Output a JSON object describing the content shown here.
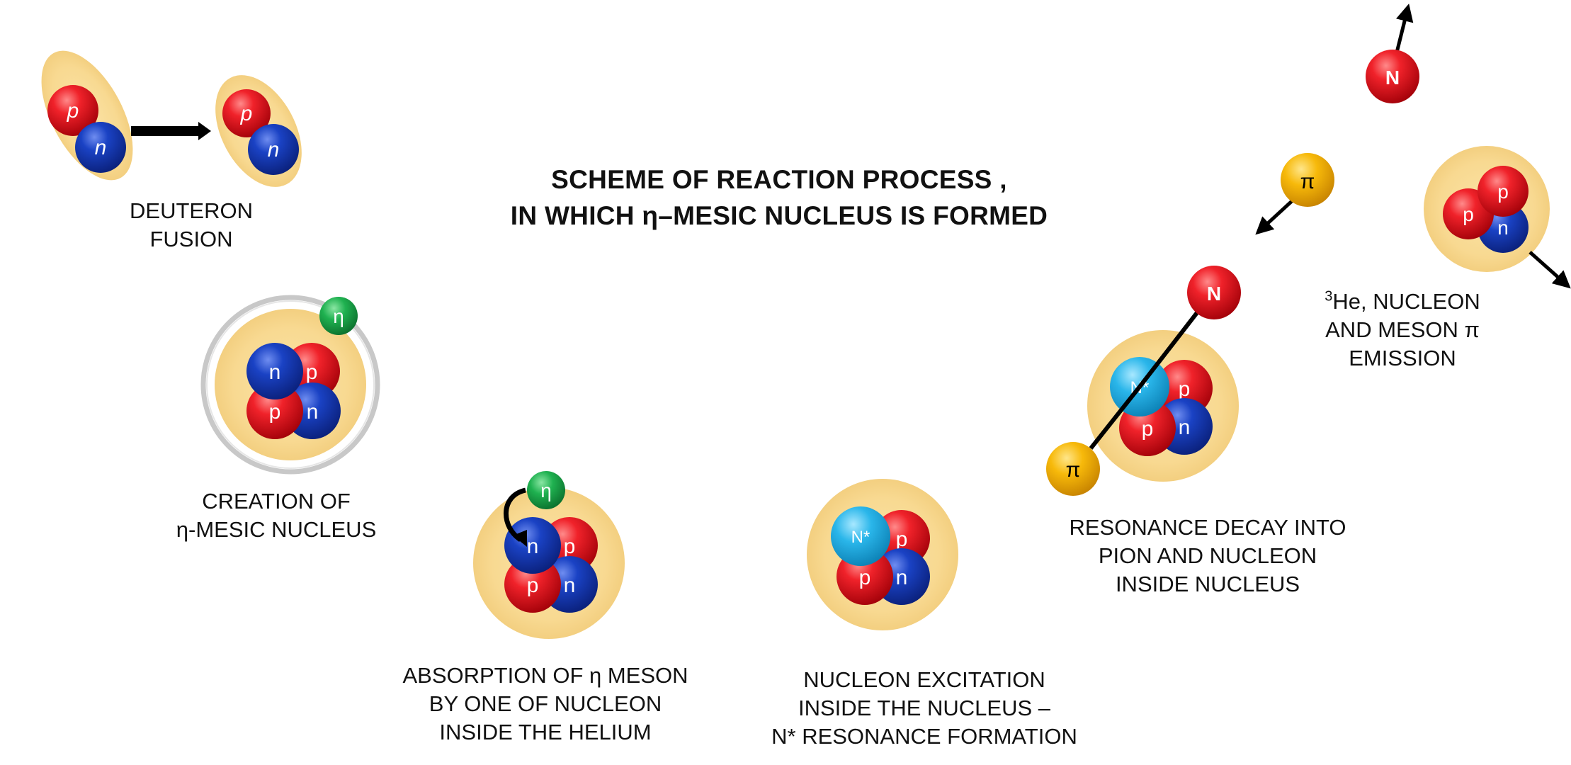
{
  "title": {
    "line1": "SCHEME OF REACTION PROCESS ,",
    "line2": "IN WHICH η–MESIC NUCLEUS IS FORMED"
  },
  "captions": {
    "deuteron": [
      "DEUTERON",
      "FUSION"
    ],
    "creation": [
      "CREATION OF",
      "η-MESIC NUCLEUS"
    ],
    "absorption": [
      "ABSORPTION  OF η  MESON",
      "BY ONE OF NUCLEON",
      "INSIDE THE HELIUM"
    ],
    "excitation": [
      "NUCLEON EXCITATION",
      "INSIDE THE NUCLEUS –",
      "N*  RESONANCE FORMATION"
    ],
    "decay": [
      "RESONANCE DECAY INTO",
      "PION AND NUCLEON",
      "INSIDE NUCLEUS"
    ],
    "emission": {
      "sup": "3",
      "line1_rest": "He, NUCLEON",
      "line2": "AND MESON π",
      "line3": "EMISSION"
    }
  },
  "particle_labels": {
    "proton": "p",
    "neutron": "n",
    "eta": "η",
    "resonance": "N*",
    "pion": "π",
    "nucleon": "N"
  },
  "colors": {
    "proton": "#e8121b",
    "neutron": "#1338b8",
    "eta": "#1aa84a",
    "resonance": "#2ab6ea",
    "pion": "#f5b800",
    "nucleon": "#e8121b",
    "nucleus_halo": "#f9dc98",
    "orbit_ring": "#c8c8c8",
    "arrow": "#000000"
  }
}
